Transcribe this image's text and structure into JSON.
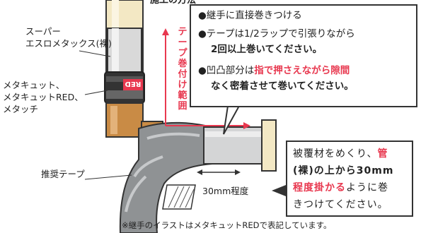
{
  "header_partial": "施工の方法",
  "labels": {
    "sleeve_line1": "スーパー",
    "sleeve_line2": "エスロメタックス(裸)",
    "fitting_line1": "メタキュット、",
    "fitting_line2": "メタキュットRED、",
    "fitting_line3": "メタッチ",
    "tape": "推奨テープ",
    "distance": "30mm程度",
    "red_band": "RED"
  },
  "wrap_range": {
    "chars": [
      "テ",
      "ー",
      "プ",
      "巻",
      "付",
      "け",
      "範",
      "囲"
    ]
  },
  "top_bubble": {
    "line1": "●継手に直接巻きつける",
    "line2": "●テープは1/2ラップで引張りながら",
    "line3": "2回以上巻いてください。",
    "line4_plain": "●凹凸部分は",
    "line4_red": "指で押さえながら隙間",
    "line5_red": "なく密着させて巻いてください。"
  },
  "br_bubble": {
    "l1_plain": "被覆材をめくり、",
    "l1_red": "管",
    "l2_red": "(裸)の上から30mm",
    "l3_red": "程度掛かる",
    "l3_plain": "ように巻",
    "l4_plain": "きつけてください。"
  },
  "footnote": "※継手のイラストはメタキュットREDで表記しています。",
  "colors": {
    "accent_red": "#e8384f",
    "pipe_cream": "#f3e8c4",
    "tape_gray": "#8f9294",
    "fitting_bronze": "#c98b45",
    "sleeve_silver": "#d9d9d9"
  }
}
